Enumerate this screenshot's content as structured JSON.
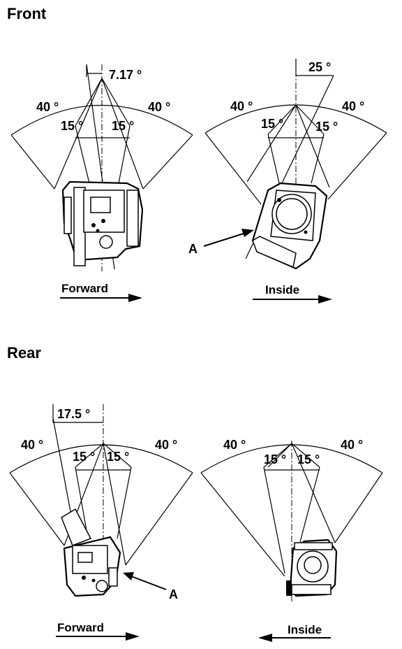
{
  "sections": {
    "front": {
      "title": "Front",
      "left_view": {
        "offset_angle": "7.17 °",
        "outer_left": "40 °",
        "outer_right": "40 °",
        "inner_left": "15 °",
        "inner_right": "15 °",
        "direction": "Forward"
      },
      "right_view": {
        "offset_angle": "25 °",
        "outer_left": "40 °",
        "outer_right": "40 °",
        "inner_left": "15 °",
        "inner_right": "15 °",
        "callout": "A",
        "direction": "Inside"
      }
    },
    "rear": {
      "title": "Rear",
      "left_view": {
        "offset_angle": "17.5 °",
        "outer_left": "40 °",
        "outer_right": "40 °",
        "inner_left": "15 °",
        "inner_right": "15 °",
        "callout": "A",
        "direction": "Forward"
      },
      "right_view": {
        "outer_left": "40 °",
        "outer_right": "40 °",
        "inner_left": "15 °",
        "inner_right": "15 °",
        "direction": "Inside"
      }
    }
  }
}
